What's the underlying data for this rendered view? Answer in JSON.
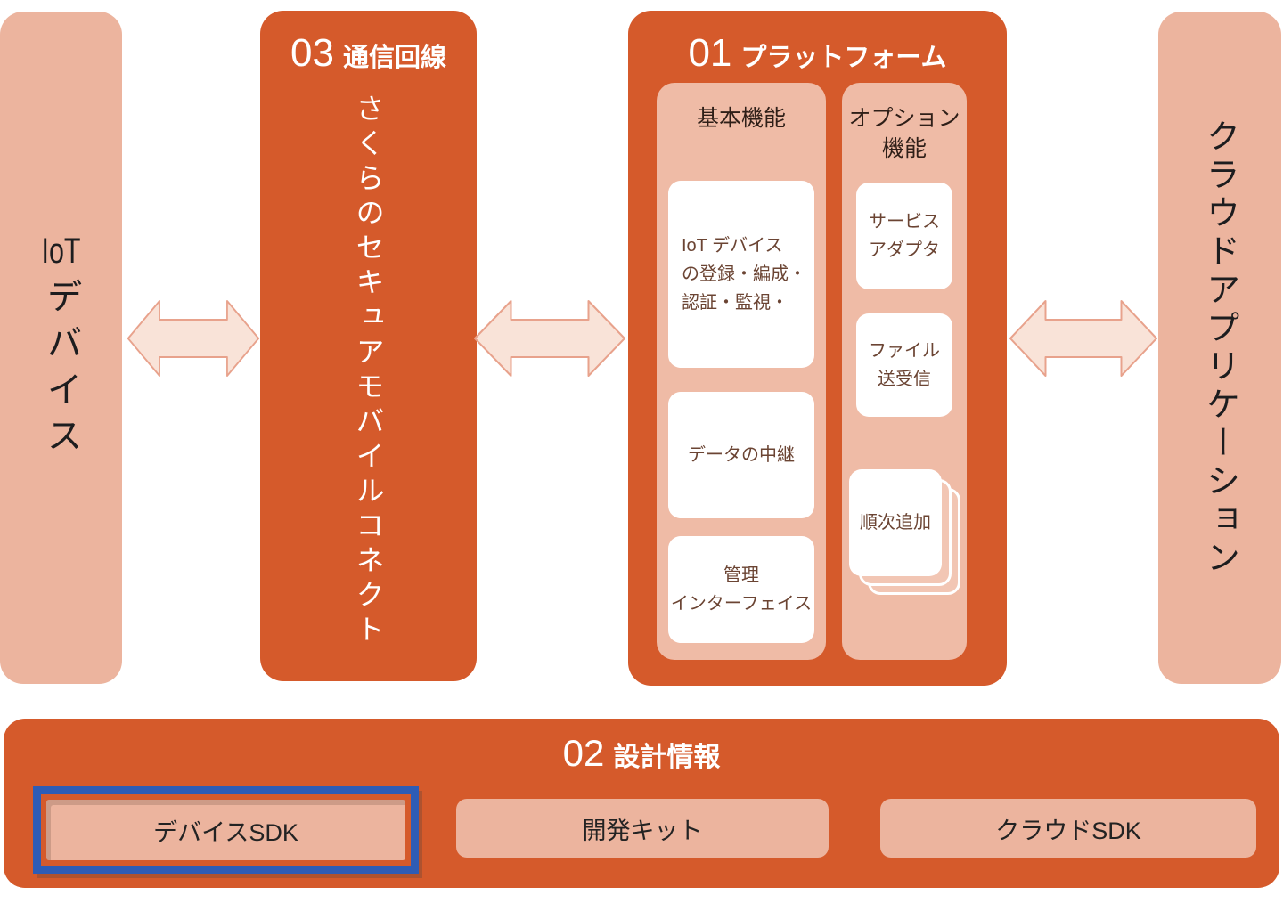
{
  "device_block": {
    "latin": "IoT",
    "kana": "デバイス"
  },
  "network_block": {
    "number": "03",
    "label": "通信回線",
    "name": "さくらのセキュアモバイルコネクト"
  },
  "platform_block": {
    "number": "01",
    "label": "プラットフォーム",
    "basic": {
      "heading": "基本機能",
      "items": [
        "IoT デバイス\nの登録・編成・\n認証・監視・",
        "データの中継",
        "管理\nインターフェイス"
      ]
    },
    "optional": {
      "heading": "オプション\n機能",
      "items": [
        "サービス\nアダプタ",
        "ファイル\n送受信"
      ],
      "stacked": "順次追加"
    }
  },
  "cloud_block": {
    "name": "クラウドアプリケーション"
  },
  "design_block": {
    "number": "02",
    "label": "設計情報",
    "items": [
      "デバイスSDK",
      "開発キット",
      "クラウドSDK"
    ],
    "highlighted_item": "デバイスSDK"
  },
  "colors": {
    "orange": "#d55a2b",
    "salmon": "#ecb49e",
    "column_salmon": "#efbba6",
    "arrow_fill": "#f9e3d8",
    "arrow_stroke": "#e8a28c",
    "highlight_blue": "#2e5cb5",
    "white_box": "#ffffff",
    "text_dark": "#1d1d1f",
    "text_brown": "#6b4433"
  }
}
